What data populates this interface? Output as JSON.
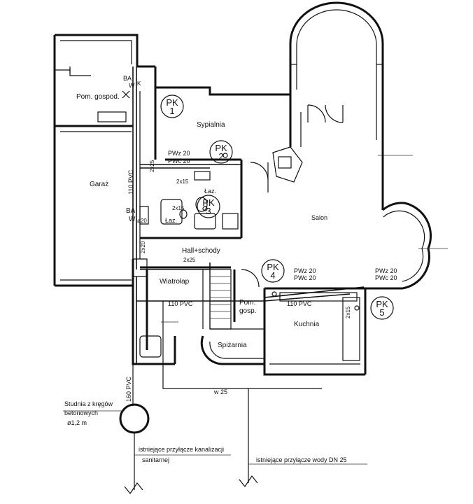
{
  "rooms": {
    "utility": "Pom. gospod.",
    "bedroom": "Sypialnia",
    "garage": "Garaż",
    "bathroom1": "Łaz.",
    "bathroom2": "Łaz.",
    "salon": "Salon",
    "hall": "Hall+schody",
    "vestibule": "Wiatrołap",
    "utility2_line1": "Pom.",
    "utility2_line2": "gosp.",
    "kitchen": "Kuchnia",
    "pantry": "Spiżarnia"
  },
  "inspection_chambers": [
    {
      "line1": "PK",
      "line2": "1"
    },
    {
      "line1": "PK",
      "line2": "2"
    },
    {
      "line1": "PK",
      "line2": "3"
    },
    {
      "line1": "PK",
      "line2": "4"
    },
    {
      "line1": "PK",
      "line2": "5"
    }
  ],
  "pipe_labels": {
    "pwz_pk2": "PWz 20",
    "pwc_pk2": "PWc 20",
    "pwz_pk4": "PWz 20",
    "pwc_pk4": "PWc 20",
    "pwz_pk5": "PWz 20",
    "pwc_pk5": "PWc 20",
    "pvc_garage": "110 PVC",
    "pvc_vestibule": "110 PVC",
    "pvc_kitchen": "110 PVC",
    "pvc_well": "160 PVC",
    "size_2x25_a": "2x25",
    "size_2x15_a": "2x15",
    "size_2x15_b": "2x15",
    "size_2x20": "2x20",
    "size_2x25_b": "2x25",
    "size_2x15_c": "2x15",
    "size_w25": "w 25",
    "ba_w_top_1": "BA",
    "ba_w_top_2": "W",
    "ba_w_mid_1": "BA",
    "ba_w_mid_2": "W",
    "kw": "K",
    "w20": "ø20"
  },
  "notes": {
    "well_line1": "Studnia z kręgów",
    "well_line2": "betonowych",
    "well_line3": "ø1,2 m",
    "sewer_line1": "istniejące przyłącze kanalizacji",
    "sewer_line2": "sanitarnej",
    "water_line": "istniejące przyłącze wody DN 25"
  }
}
